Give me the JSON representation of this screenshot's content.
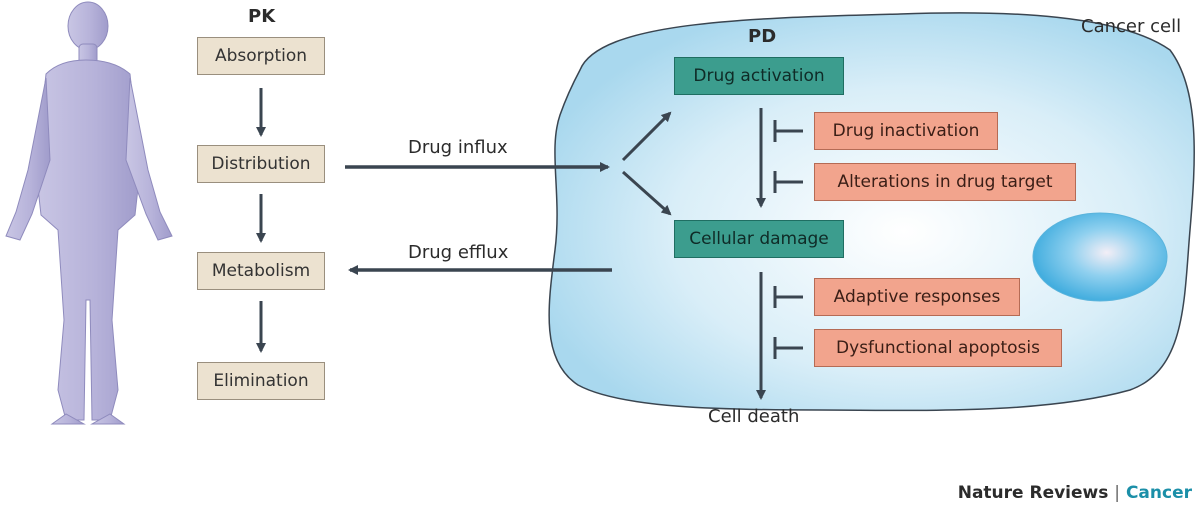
{
  "pk": {
    "heading": "PK",
    "steps": [
      "Absorption",
      "Distribution",
      "Metabolism",
      "Elimination"
    ]
  },
  "pd": {
    "heading": "PD",
    "drug_activation": "Drug activation",
    "cellular_damage": "Cellular damage",
    "resistance_upper": [
      "Drug inactivation",
      "Alterations in drug target"
    ],
    "resistance_lower": [
      "Adaptive responses",
      "Dysfunctional apoptosis"
    ],
    "cell_death": "Cell death"
  },
  "cell_label": "Cancer cell",
  "flows": {
    "influx": "Drug influx",
    "efflux": "Drug efflux"
  },
  "footer": {
    "journal": "Nature Reviews",
    "separator": "|",
    "section": "Cancer"
  },
  "colors": {
    "pk_box": "#ece2d0",
    "pd_box": "#3c9d8e",
    "resistance_box": "#f2a48d",
    "cell_fill": "#bfe2f2",
    "nucleus": "#4fb6e0",
    "arrow": "#3a4550",
    "accent": "#1b8fa8"
  }
}
